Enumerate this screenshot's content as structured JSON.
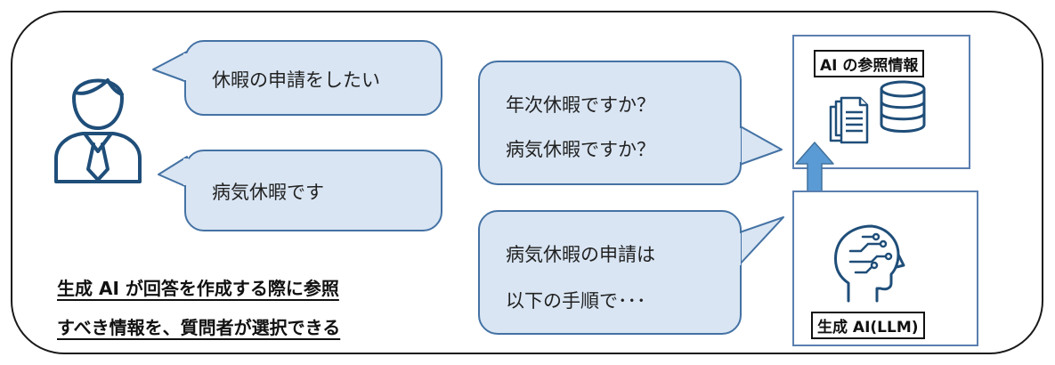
{
  "user_messages": [
    "休暇の申請をしたい",
    "病気休暇です"
  ],
  "ai_question": [
    "年次休暇ですか？",
    "病気休暇ですか？"
  ],
  "ai_answer": [
    "病気休暇の申請は",
    "以下の手順で･･･"
  ],
  "note": [
    "生成 AI が回答を作成する際に参照",
    "すべき情報を、質問者が選択できる"
  ],
  "reference_label": "AI の参照情報",
  "llm_label": "生成 AI(LLM)",
  "icons": [
    "person-icon",
    "documents-icon",
    "database-icon",
    "ai-head-icon",
    "double-arrow-icon"
  ],
  "colors": {
    "bubble_fill": "#d9e5f3",
    "bubble_border": "#4472a4",
    "icon": "#1f4e79",
    "arrow": "#5b9bd5"
  }
}
